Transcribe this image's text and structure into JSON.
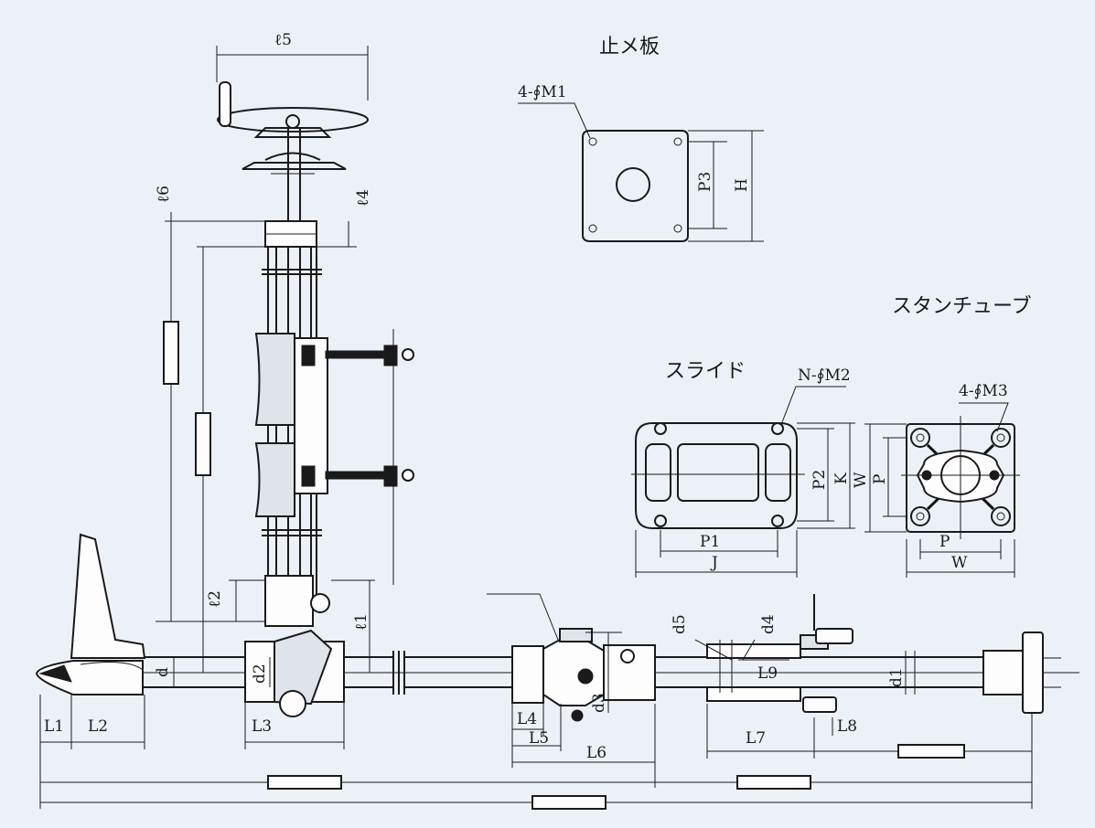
{
  "titles": {
    "stopper_plate": "止メ板",
    "slide": "スライド",
    "stern_tube": "スタンチューブ"
  },
  "labels": {
    "l5": "ℓ5",
    "l6": "ℓ6",
    "l4": "ℓ4",
    "l2": "ℓ2",
    "l1": "ℓ1",
    "M1": "4-∮M1",
    "M2": "N-∮M2",
    "M3": "4-∮M3",
    "P3": "P3",
    "H": "H",
    "P2": "P2",
    "K": "K",
    "W": "W",
    "P": "P",
    "P1": "P1",
    "J": "J",
    "L1": "L1",
    "L2": "L2",
    "L3": "L3",
    "L4": "L4",
    "L5": "L5",
    "L6": "L6",
    "L7": "L7",
    "L8": "L8",
    "L9": "L9",
    "d": "d",
    "d1": "d1",
    "d2": "d2",
    "d3": "d3",
    "d4": "d4",
    "d5": "d5"
  }
}
